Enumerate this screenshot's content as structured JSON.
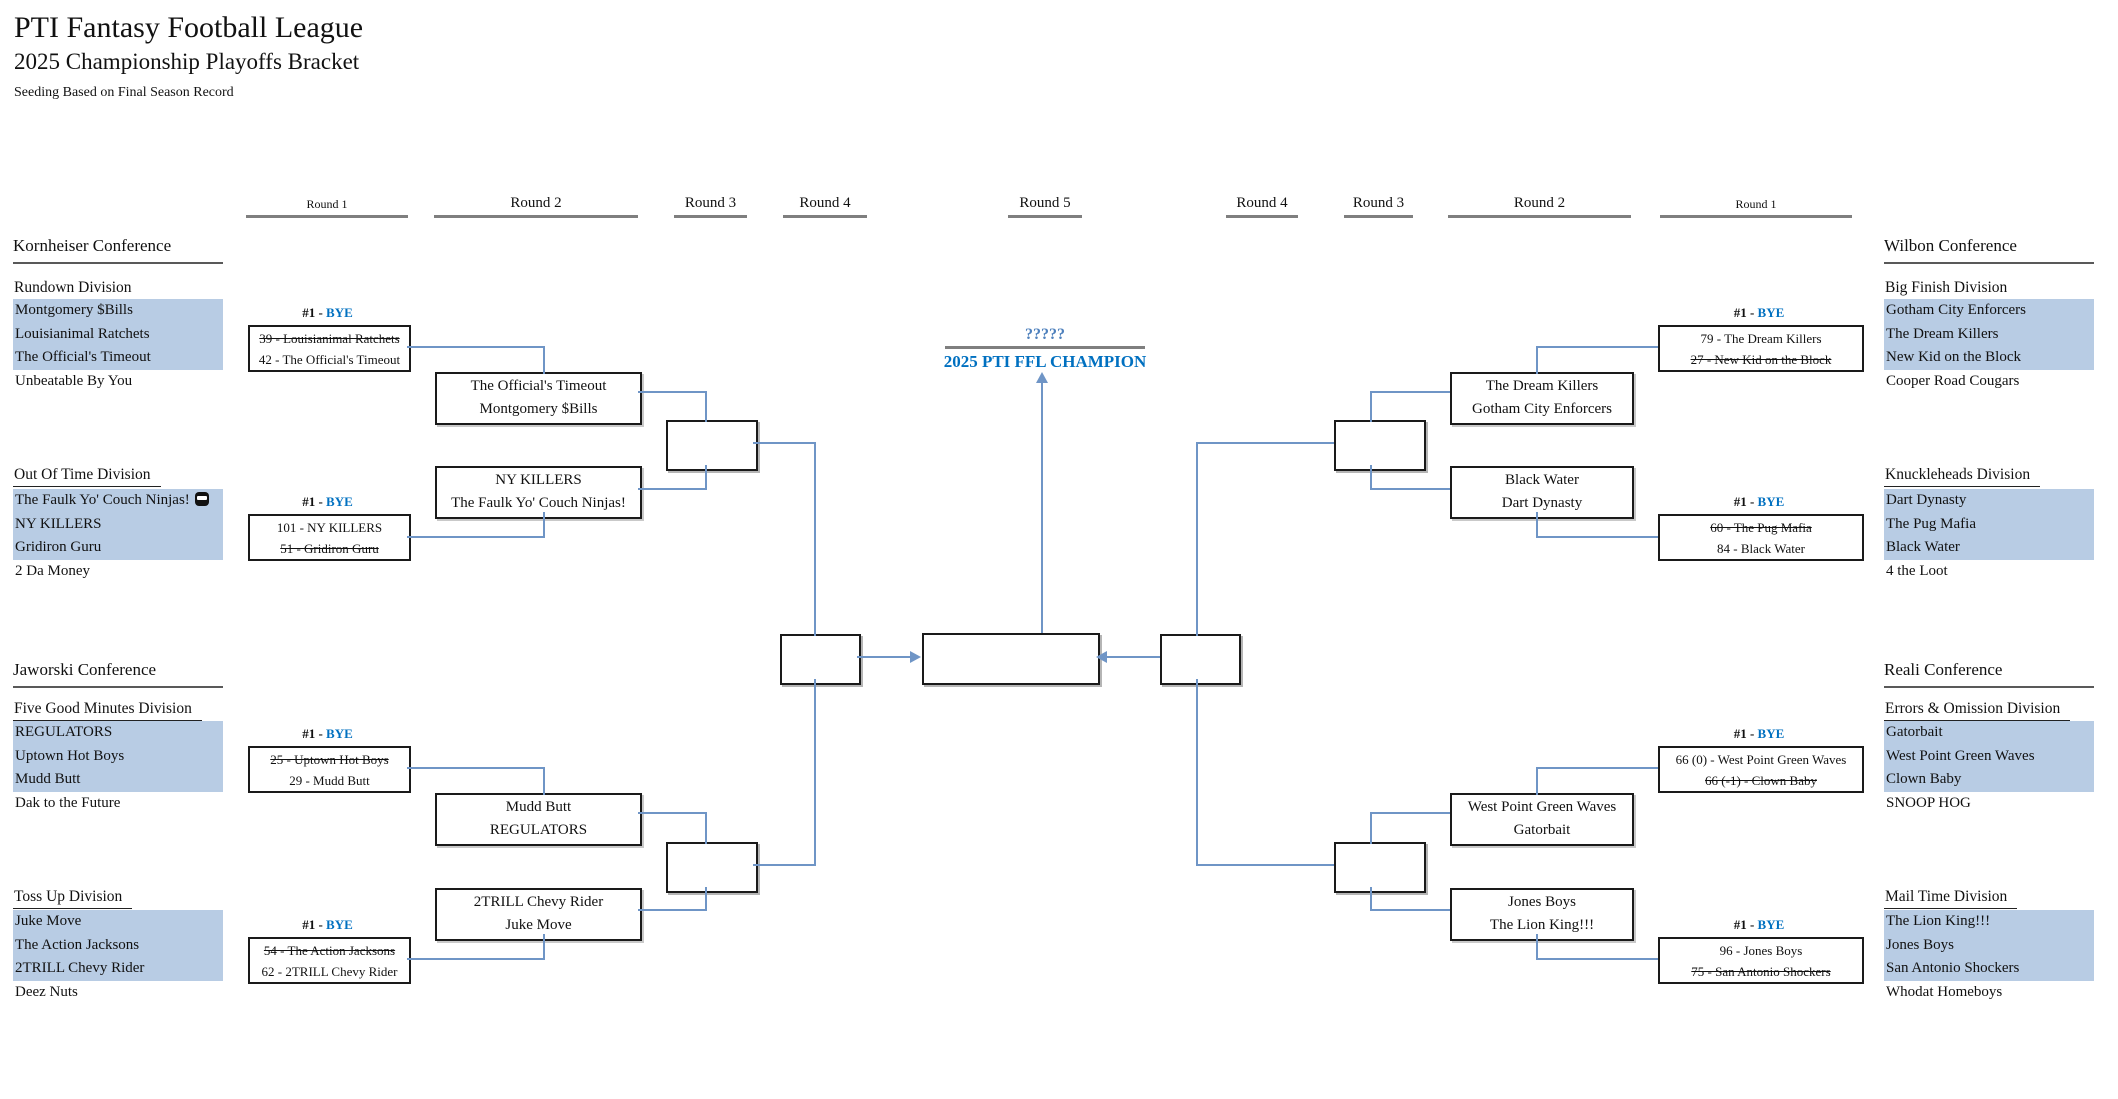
{
  "title": {
    "league": "PTI Fantasy Football League",
    "subtitle": "2025 Championship Playoffs Bracket",
    "note": "Seeding Based on Final Season Record"
  },
  "round_headers": {
    "left": [
      "Round 1",
      "Round 2",
      "Round 3",
      "Round 4"
    ],
    "center": "Round 5",
    "right": [
      "Round 4",
      "Round 3",
      "Round 2",
      "Round 1"
    ]
  },
  "champion": {
    "placeholder": "?????",
    "label": "2025 PTI FFL CHAMPION"
  },
  "left_conferences": [
    {
      "name": "Kornheiser Conference",
      "divisions": [
        {
          "name": "Rundown Division",
          "teams": [
            "Montgomery $Bills",
            "Louisianimal Ratchets",
            "The Official's Timeout",
            "Unbeatable By You"
          ]
        },
        {
          "name": "Out Of Time Division",
          "teams": [
            "The Faulk Yo' Couch Ninjas!",
            "NY KILLERS",
            "Gridiron Guru",
            "2 Da Money"
          ]
        }
      ]
    },
    {
      "name": "Jaworski Conference",
      "divisions": [
        {
          "name": "Five Good Minutes Division",
          "teams": [
            "REGULATORS",
            "Uptown Hot Boys",
            "Mudd Butt",
            "Dak to the Future"
          ]
        },
        {
          "name": "Toss Up Division",
          "teams": [
            "Juke Move",
            "The Action Jacksons",
            "2TRILL Chevy Rider",
            "Deez Nuts"
          ]
        }
      ]
    }
  ],
  "right_conferences": [
    {
      "name": "Wilbon Conference",
      "divisions": [
        {
          "name": "Big Finish Division",
          "teams": [
            "Gotham City Enforcers",
            "The Dream Killers",
            "New Kid on the Block",
            "Cooper Road Cougars"
          ]
        },
        {
          "name": "Knuckleheads Division",
          "teams": [
            "Dart Dynasty",
            "The Pug Mafia",
            "Black Water",
            "4 the Loot"
          ]
        }
      ]
    },
    {
      "name": "Reali Conference",
      "divisions": [
        {
          "name": "Errors & Omission Division",
          "teams": [
            "Gatorbait",
            "West Point Green Waves",
            "Clown Baby",
            "SNOOP HOG"
          ]
        },
        {
          "name": "Mail Time Division",
          "teams": [
            "The Lion King!!!",
            "Jones Boys",
            "San Antonio Shockers",
            "Whodat Homeboys"
          ]
        }
      ]
    }
  ],
  "round1_games": {
    "left": [
      {
        "seed": "#1 -",
        "bye": "BYE",
        "top": "39 - Louisianimal Ratchets",
        "top_lost": true,
        "bottom": "42 - The Official's Timeout",
        "bottom_lost": false
      },
      {
        "seed": "#1 -",
        "bye": "BYE",
        "top": "101 - NY KILLERS",
        "top_lost": false,
        "bottom": "51 - Gridiron Guru",
        "bottom_lost": true
      },
      {
        "seed": "#1 -",
        "bye": "BYE",
        "top": "25 - Uptown Hot Boys",
        "top_lost": true,
        "bottom": "29 - Mudd Butt",
        "bottom_lost": false
      },
      {
        "seed": "#1 -",
        "bye": "BYE",
        "top": "54 - The Action Jacksons",
        "top_lost": true,
        "bottom": "62 - 2TRILL Chevy Rider",
        "bottom_lost": false
      }
    ],
    "right": [
      {
        "seed": "#1 -",
        "bye": "BYE",
        "top": "79 - The Dream Killers",
        "top_lost": false,
        "bottom": "27 - New Kid on the Block",
        "bottom_lost": true
      },
      {
        "seed": "#1 -",
        "bye": "BYE",
        "top": "60 - The Pug Mafia",
        "top_lost": true,
        "bottom": "84 - Black Water",
        "bottom_lost": false
      },
      {
        "seed": "#1 -",
        "bye": "BYE",
        "top": "66 (0) - West Point Green Waves",
        "top_lost": false,
        "bottom": "66 (-1) - Clown Baby",
        "bottom_lost": true
      },
      {
        "seed": "#1 -",
        "bye": "BYE",
        "top": "96 - Jones Boys",
        "top_lost": false,
        "bottom": "75 - San Antonio Shockers",
        "bottom_lost": true
      }
    ]
  },
  "round2_games": {
    "left": [
      {
        "top": "The Official's Timeout",
        "bottom": "Montgomery $Bills"
      },
      {
        "top": "NY KILLERS",
        "bottom": "The Faulk Yo' Couch Ninjas!"
      },
      {
        "top": "Mudd Butt",
        "bottom": "REGULATORS"
      },
      {
        "top": "2TRILL Chevy Rider",
        "bottom": "Juke Move"
      }
    ],
    "right": [
      {
        "top": "The Dream Killers",
        "bottom": "Gotham City Enforcers"
      },
      {
        "top": "Black Water",
        "bottom": "Dart Dynasty"
      },
      {
        "top": "West Point Green Waves",
        "bottom": "Gatorbait"
      },
      {
        "top": "Jones Boys",
        "bottom": "The Lion King!!!"
      }
    ]
  },
  "icons": {
    "faulk_team_icon": "ninja-icon"
  },
  "colors": {
    "playoff_highlight": "#b8cce4",
    "bye_blue": "#0070c0",
    "champion_blue": "#0070c0",
    "placeholder_blue": "#4f81bd",
    "connector_blue": "#6f95c6",
    "header_underline_gray": "#7f7f7f"
  }
}
